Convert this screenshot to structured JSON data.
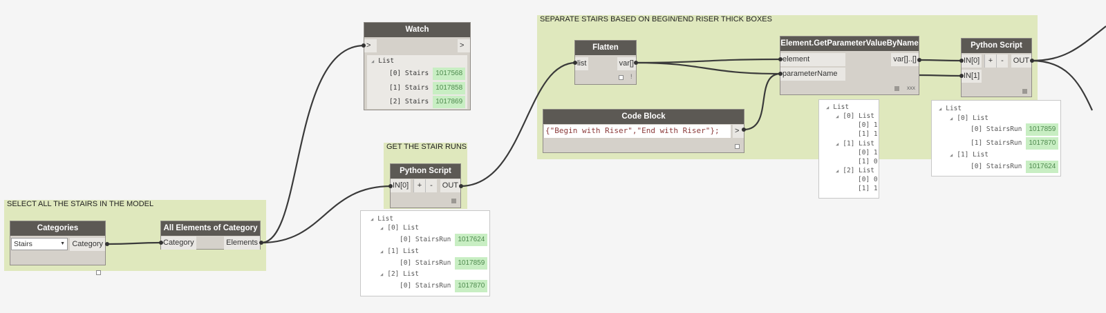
{
  "groups": {
    "select": {
      "title": "SELECT ALL THE STAIRS IN THE MODEL"
    },
    "runs": {
      "title": "GET THE STAIR RUNS"
    },
    "separate": {
      "title": "SEPARATE STAIRS BASED ON BEGIN/END RISER THICK BOXES"
    }
  },
  "nodes": {
    "categories": {
      "title": "Categories",
      "dropdown_value": "Stairs",
      "output": "Category"
    },
    "all_elements": {
      "title": "All Elements of Category",
      "input": "Category",
      "output": "Elements"
    },
    "watch": {
      "title": "Watch",
      "input": ">",
      "output": ">",
      "preview": {
        "root": "List",
        "items": [
          {
            "index": "[0] Stairs",
            "value": "1017568"
          },
          {
            "index": "[1] Stairs",
            "value": "1017858"
          },
          {
            "index": "[2] Stairs",
            "value": "1017869"
          }
        ]
      }
    },
    "python1": {
      "title": "Python Script",
      "input": "IN[0]",
      "plus": "+",
      "minus": "-",
      "output": "OUT"
    },
    "flatten": {
      "title": "Flatten",
      "input": "list",
      "output": "var[]",
      "info": "!"
    },
    "code_block": {
      "title": "Code Block",
      "code": "{\"Begin with Riser\",\"End with Riser\"};",
      "output": ">"
    },
    "get_param": {
      "title": "Element.GetParameterValueByName",
      "input1": "element",
      "input2": "parameterName",
      "output": "var[]..[]",
      "lacing": "xxx"
    },
    "python2": {
      "title": "Python Script",
      "input1": "IN[0]",
      "input2": "IN[1]",
      "plus": "+",
      "minus": "-",
      "output": "OUT"
    }
  },
  "previews": {
    "python1": [
      {
        "text": "List",
        "indent": 0,
        "tri": true
      },
      {
        "text": "[0] List",
        "indent": 1,
        "tri": true
      },
      {
        "text": "[0] StairsRun",
        "indent": 2,
        "value": "1017624"
      },
      {
        "text": "[1] List",
        "indent": 1,
        "tri": true
      },
      {
        "text": "[0] StairsRun",
        "indent": 2,
        "value": "1017859"
      },
      {
        "text": "[2] List",
        "indent": 1,
        "tri": true
      },
      {
        "text": "[0] StairsRun",
        "indent": 2,
        "value": "1017870"
      }
    ],
    "get_param": [
      {
        "text": "List",
        "indent": 0,
        "tri": true
      },
      {
        "text": "[0] List",
        "indent": 1,
        "tri": true
      },
      {
        "text": "[0] 1",
        "indent": 2
      },
      {
        "text": "[1] 1",
        "indent": 2
      },
      {
        "text": "[1] List",
        "indent": 1,
        "tri": true
      },
      {
        "text": "[0] 1",
        "indent": 2
      },
      {
        "text": "[1] 0",
        "indent": 2
      },
      {
        "text": "[2] List",
        "indent": 1,
        "tri": true
      },
      {
        "text": "[0] 0",
        "indent": 2
      },
      {
        "text": "[1] 1",
        "indent": 2
      }
    ],
    "python2": [
      {
        "text": "List",
        "indent": 0,
        "tri": true
      },
      {
        "text": "[0] List",
        "indent": 1,
        "tri": true
      },
      {
        "text": "[0] StairsRun",
        "indent": 2,
        "value": "1017859"
      },
      {
        "text": "[1] StairsRun",
        "indent": 2,
        "value": "1017870"
      },
      {
        "text": "[1] List",
        "indent": 1,
        "tri": true
      },
      {
        "text": "[0] StairsRun",
        "indent": 2,
        "value": "1017624"
      }
    ]
  },
  "colors": {
    "group_bg": "#dfe8bd",
    "node_header": "#5c5954",
    "value_bg": "#c8eec3",
    "wire": "#3a3a3a"
  }
}
